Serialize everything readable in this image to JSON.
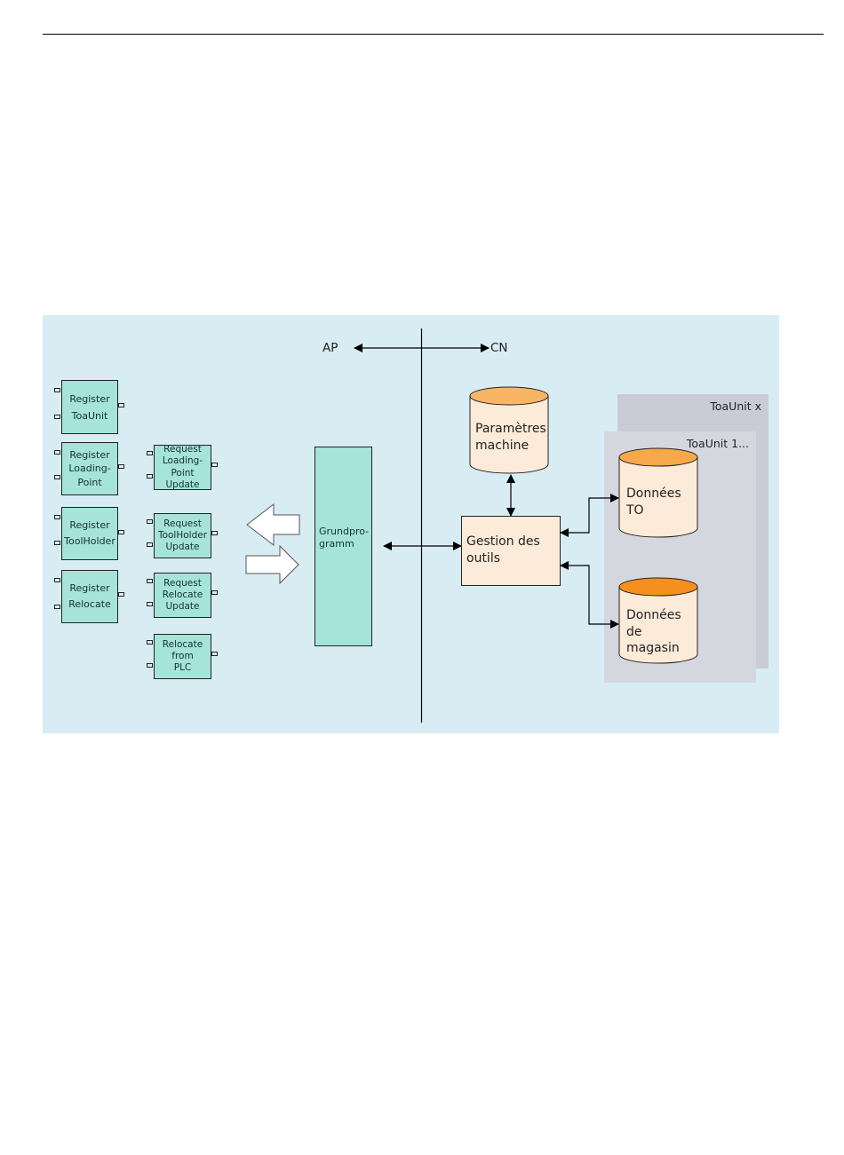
{
  "diagram": {
    "axis": {
      "left_label": "AP",
      "right_label": "CN"
    },
    "plc_blocks": {
      "register_toaunit": "Register\nToaUnit",
      "register_loading_point": "Register\nLoading-\nPoint",
      "register_toolholder": "Register\nToolHolder",
      "register_relocate": "Register\nRelocate",
      "request_loading_point_update": "Request\nLoading-\nPoint\nUpdate",
      "request_toolholder_update": "Request\nToolHolder\nUpdate",
      "request_relocate_update": "Request\nRelocate\nUpdate",
      "relocate_from_plc": "Relocate\nfrom\nPLC"
    },
    "grundprogramm": "Grundpro-\ngramm",
    "gestion_des_outils": "Gestion des\noutils",
    "parametres_machine": "Paramètres\nmachine",
    "toaunit_x": "ToaUnit x",
    "toaunit_1": "ToaUnit 1...",
    "donnees_to": "Données\nTO",
    "donnees_magasin": "Données\nde\nmagasin",
    "colors": {
      "background": "#d8ecf4",
      "function_block": "#a6e3d8",
      "nc_box": "#fdebd9",
      "cylinder_top": "#f7a84a",
      "toaunit_back": "#c9ccd6",
      "toaunit_front": "#d5d7de"
    }
  }
}
